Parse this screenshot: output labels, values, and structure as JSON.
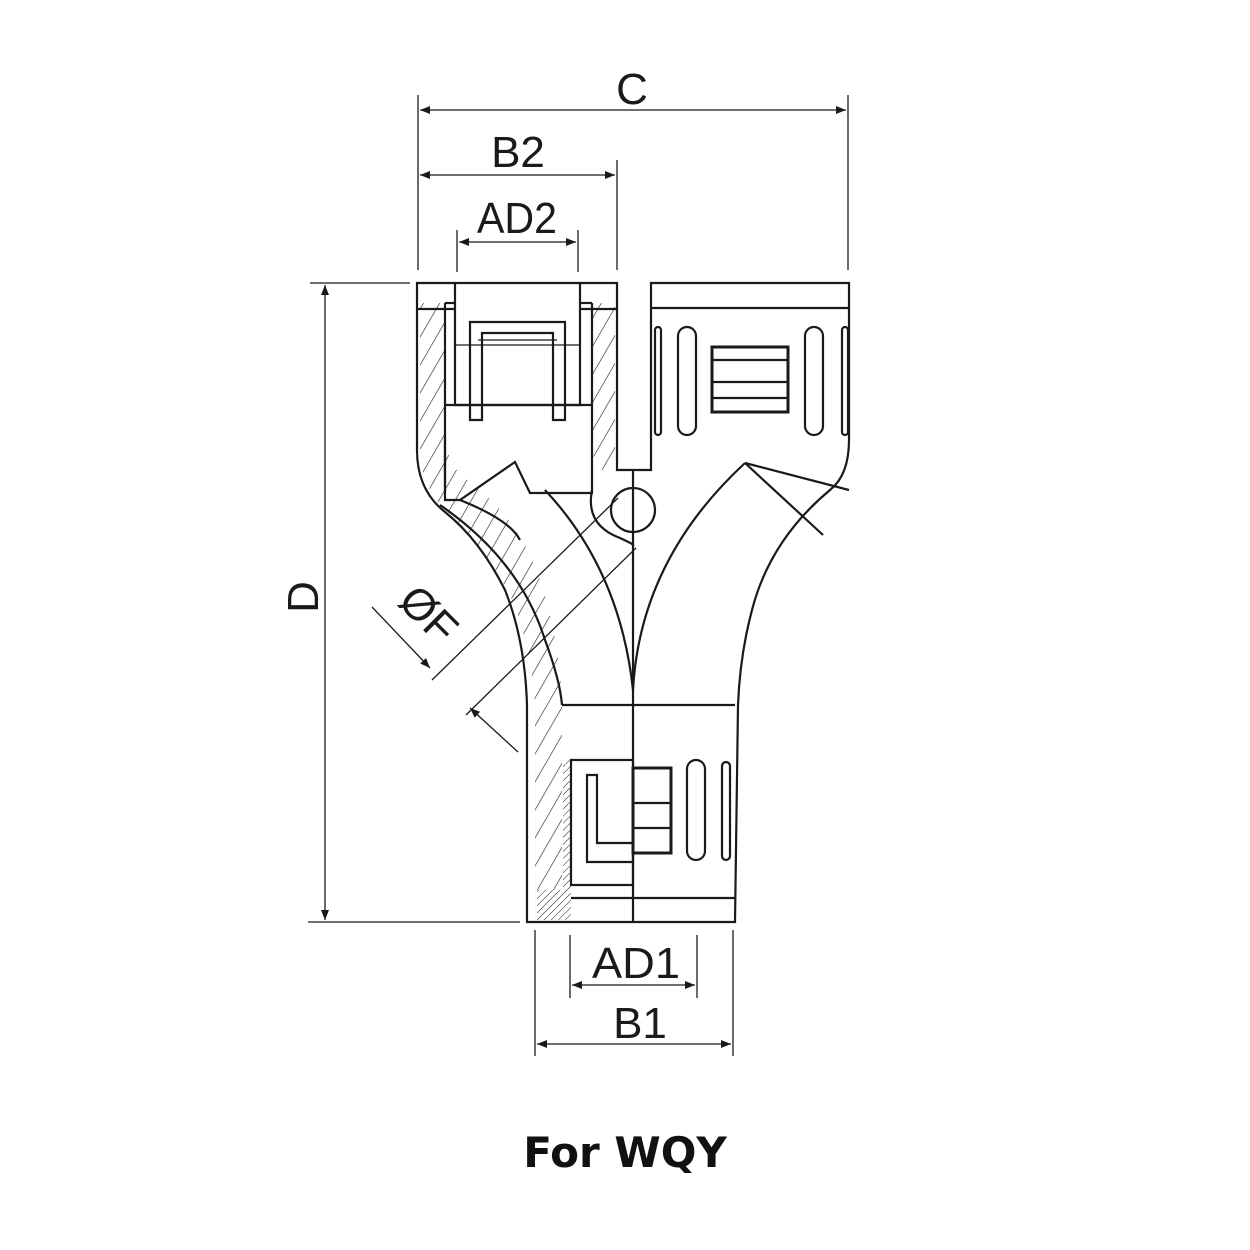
{
  "diagram": {
    "dimension_labels": {
      "c": "C",
      "b2": "B2",
      "ad2": "AD2",
      "d": "D",
      "f": "ØF",
      "ad1": "AD1",
      "b1": "B1"
    },
    "caption": "For WQY",
    "line_color": "#1a1a1a"
  }
}
